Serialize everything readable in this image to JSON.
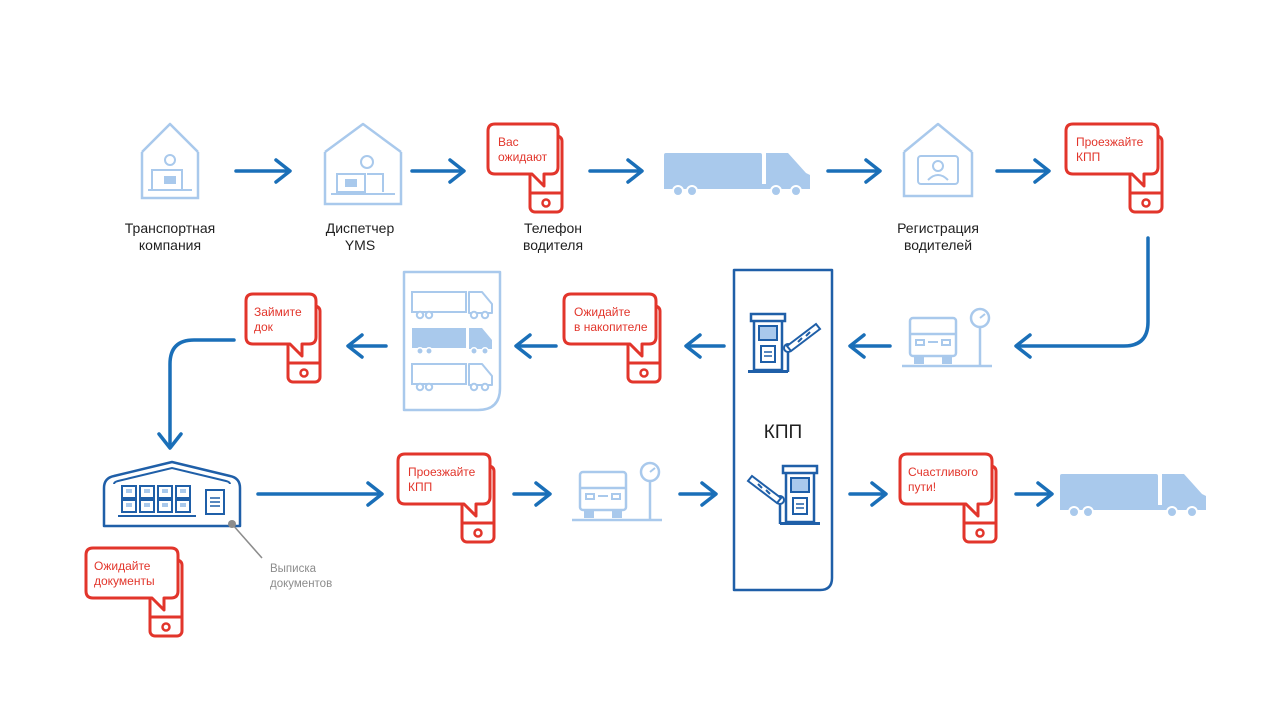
{
  "colors": {
    "arrow": "#1a6fb8",
    "light_blue": "#a9c9ec",
    "frame_blue": "#1f5fa8",
    "phone_red": "#e2352b",
    "text": "#1f1f1f",
    "note_grey": "#8c8c8c"
  },
  "labels": {
    "transport_company": "Транспортная\nкомпания",
    "dispatcher": "Диспетчер\nYMS",
    "driver_phone": "Телефон\nводителя",
    "driver_registration": "Регистрация\nводителей"
  },
  "messages": {
    "you_are_expected": [
      "Вас",
      "ожидают"
    ],
    "proceed_kpp_top": [
      "Проезжайте",
      "КПП"
    ],
    "wait_in_buffer": [
      "Ожидайте",
      "в накопителе"
    ],
    "take_dock": [
      "Займите",
      "док"
    ],
    "proceed_kpp_bottom": [
      "Проезжайте",
      "КПП"
    ],
    "happy_journey": [
      "Счастливого",
      "пути!"
    ],
    "wait_documents": [
      "Ожидайте",
      "документы"
    ]
  },
  "checkpoint_label": "КПП",
  "document_issue_note": [
    "Выписка",
    "документов"
  ],
  "icons": {
    "transport_company": "house-with-person-icon",
    "dispatcher": "house-with-dispatcher-icon",
    "truck": "truck-icon",
    "registration": "house-with-id-card-icon",
    "weighbridge": "truck-on-scales-icon",
    "checkpoint": "barrier-gate-icon",
    "buffer_zone": "parking-trucks-icon",
    "warehouse": "warehouse-dock-icon",
    "phone": "phone-message-icon"
  }
}
